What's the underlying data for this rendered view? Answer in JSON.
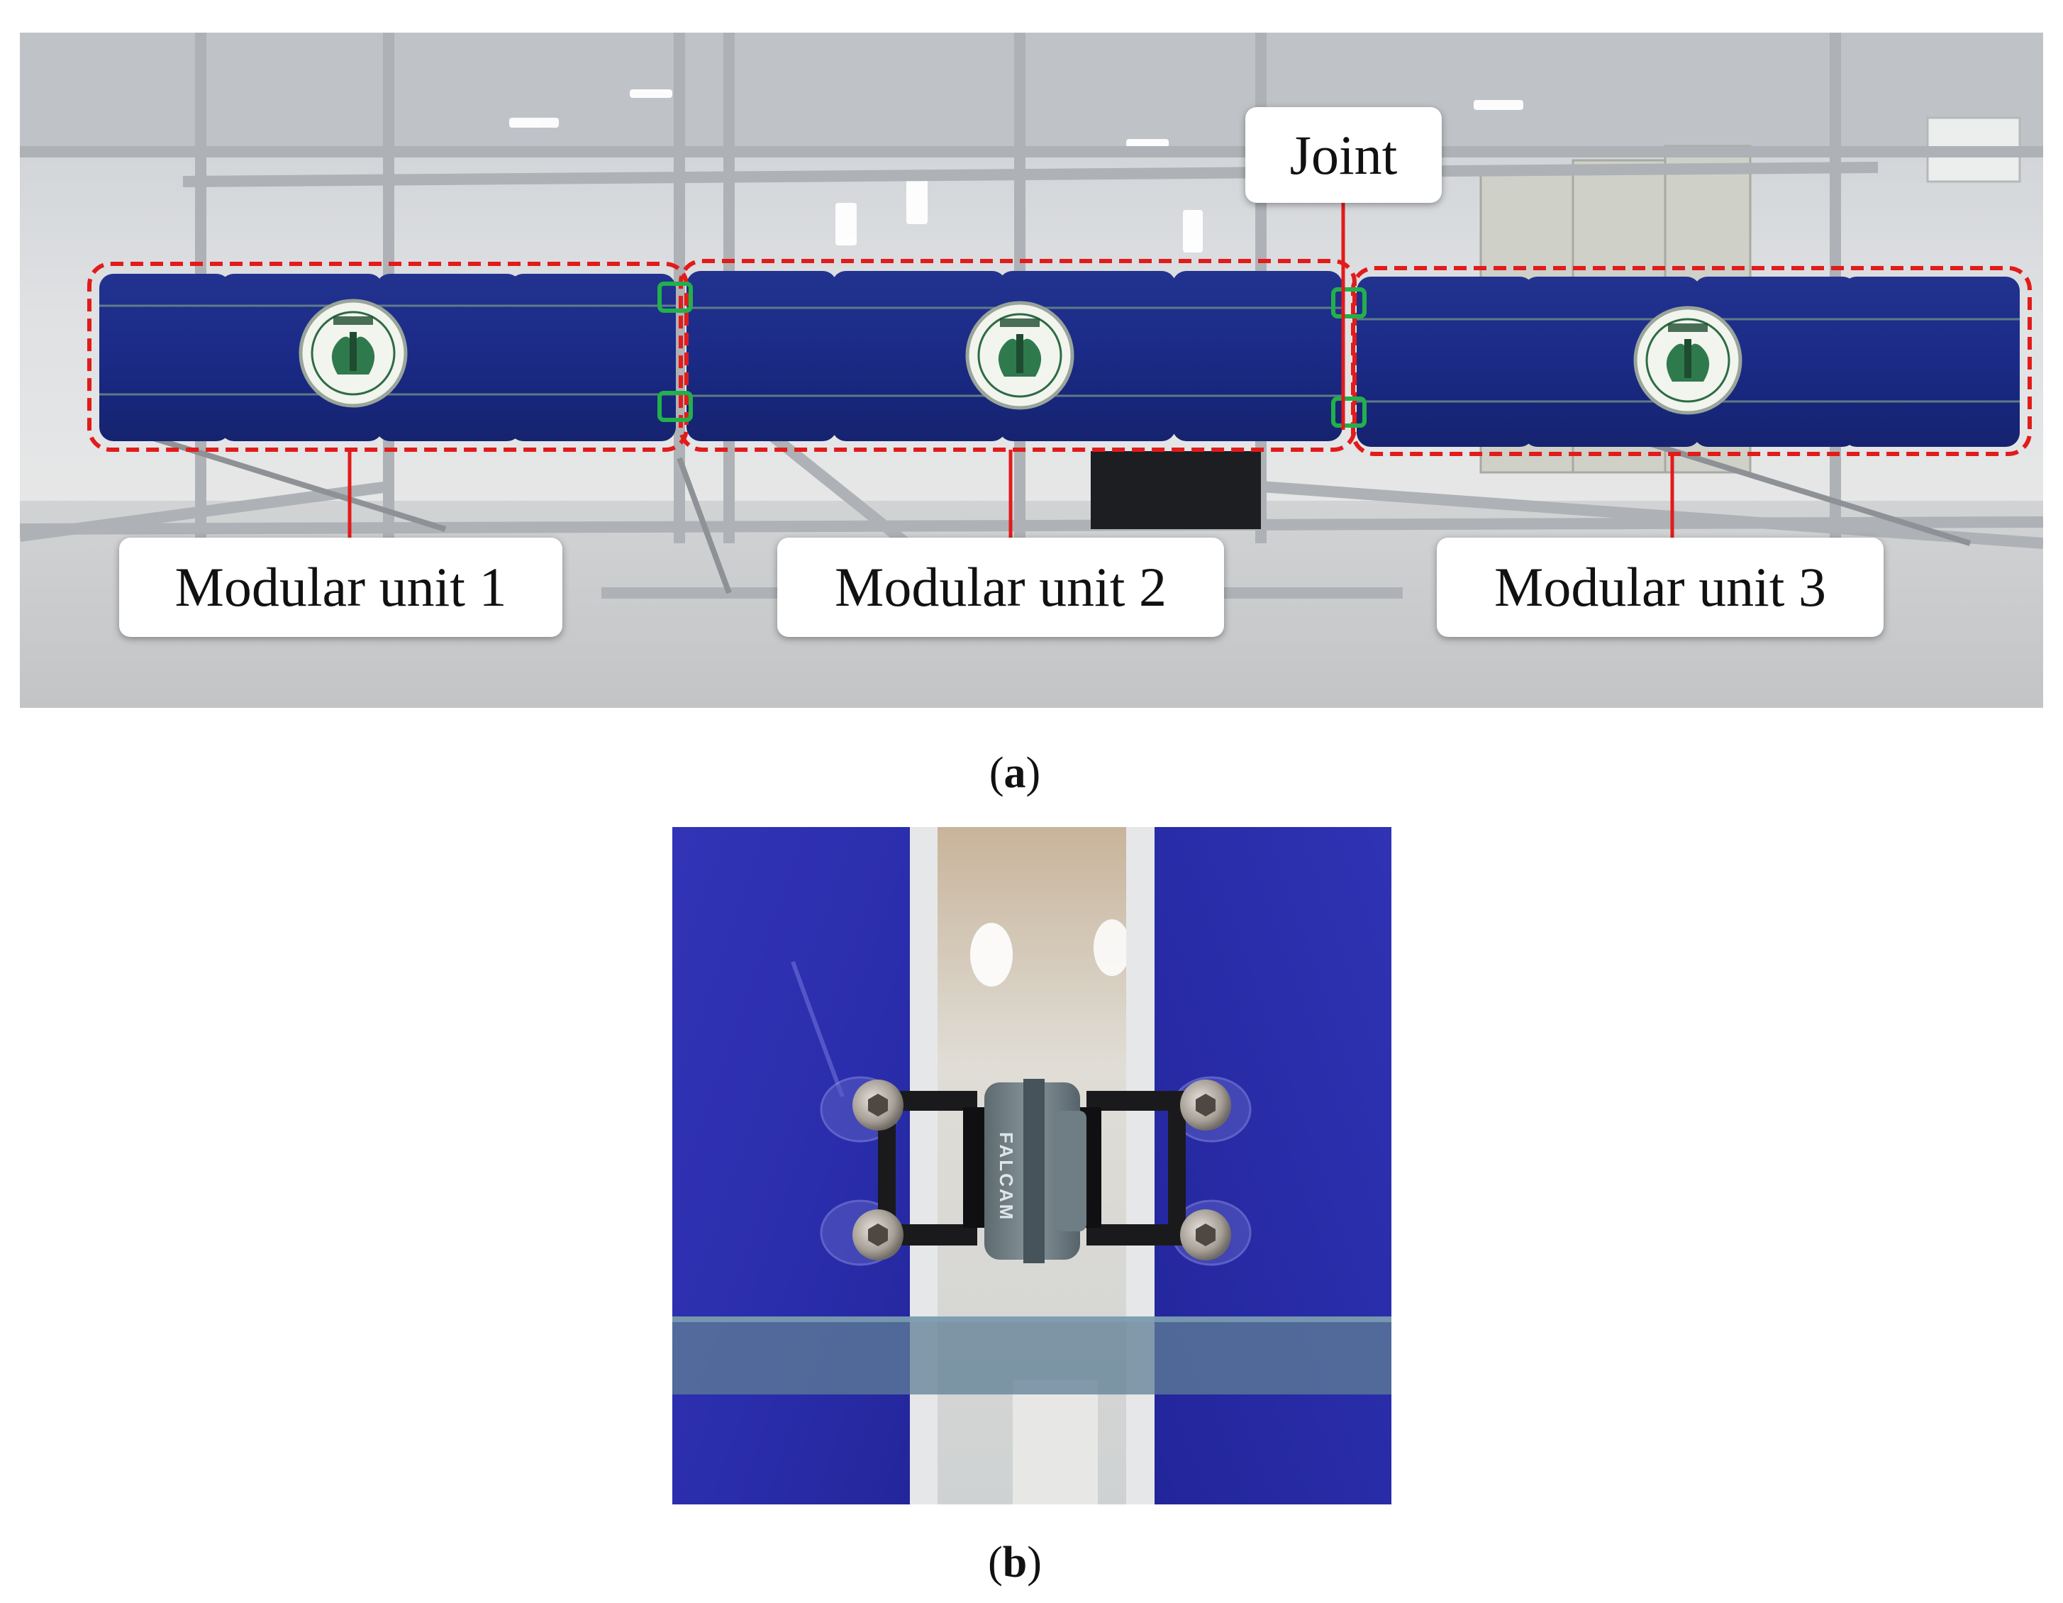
{
  "panel_a": {
    "labels": {
      "unit_1": "Modular unit 1",
      "unit_2": "Modular unit 2",
      "unit_3": "Modular unit 3",
      "joint": "Joint"
    },
    "caption_letter": "a"
  },
  "panel_b": {
    "camera_brand": "FALCAM",
    "caption_letter": "b"
  },
  "colors": {
    "panel_blue": "#1b2b8c",
    "unit_outline": "#e21b1b",
    "joint_box": "#22b04b",
    "laminate_blue": "#2c2fb0"
  },
  "icons": {
    "university_seal": "seal-icon"
  }
}
